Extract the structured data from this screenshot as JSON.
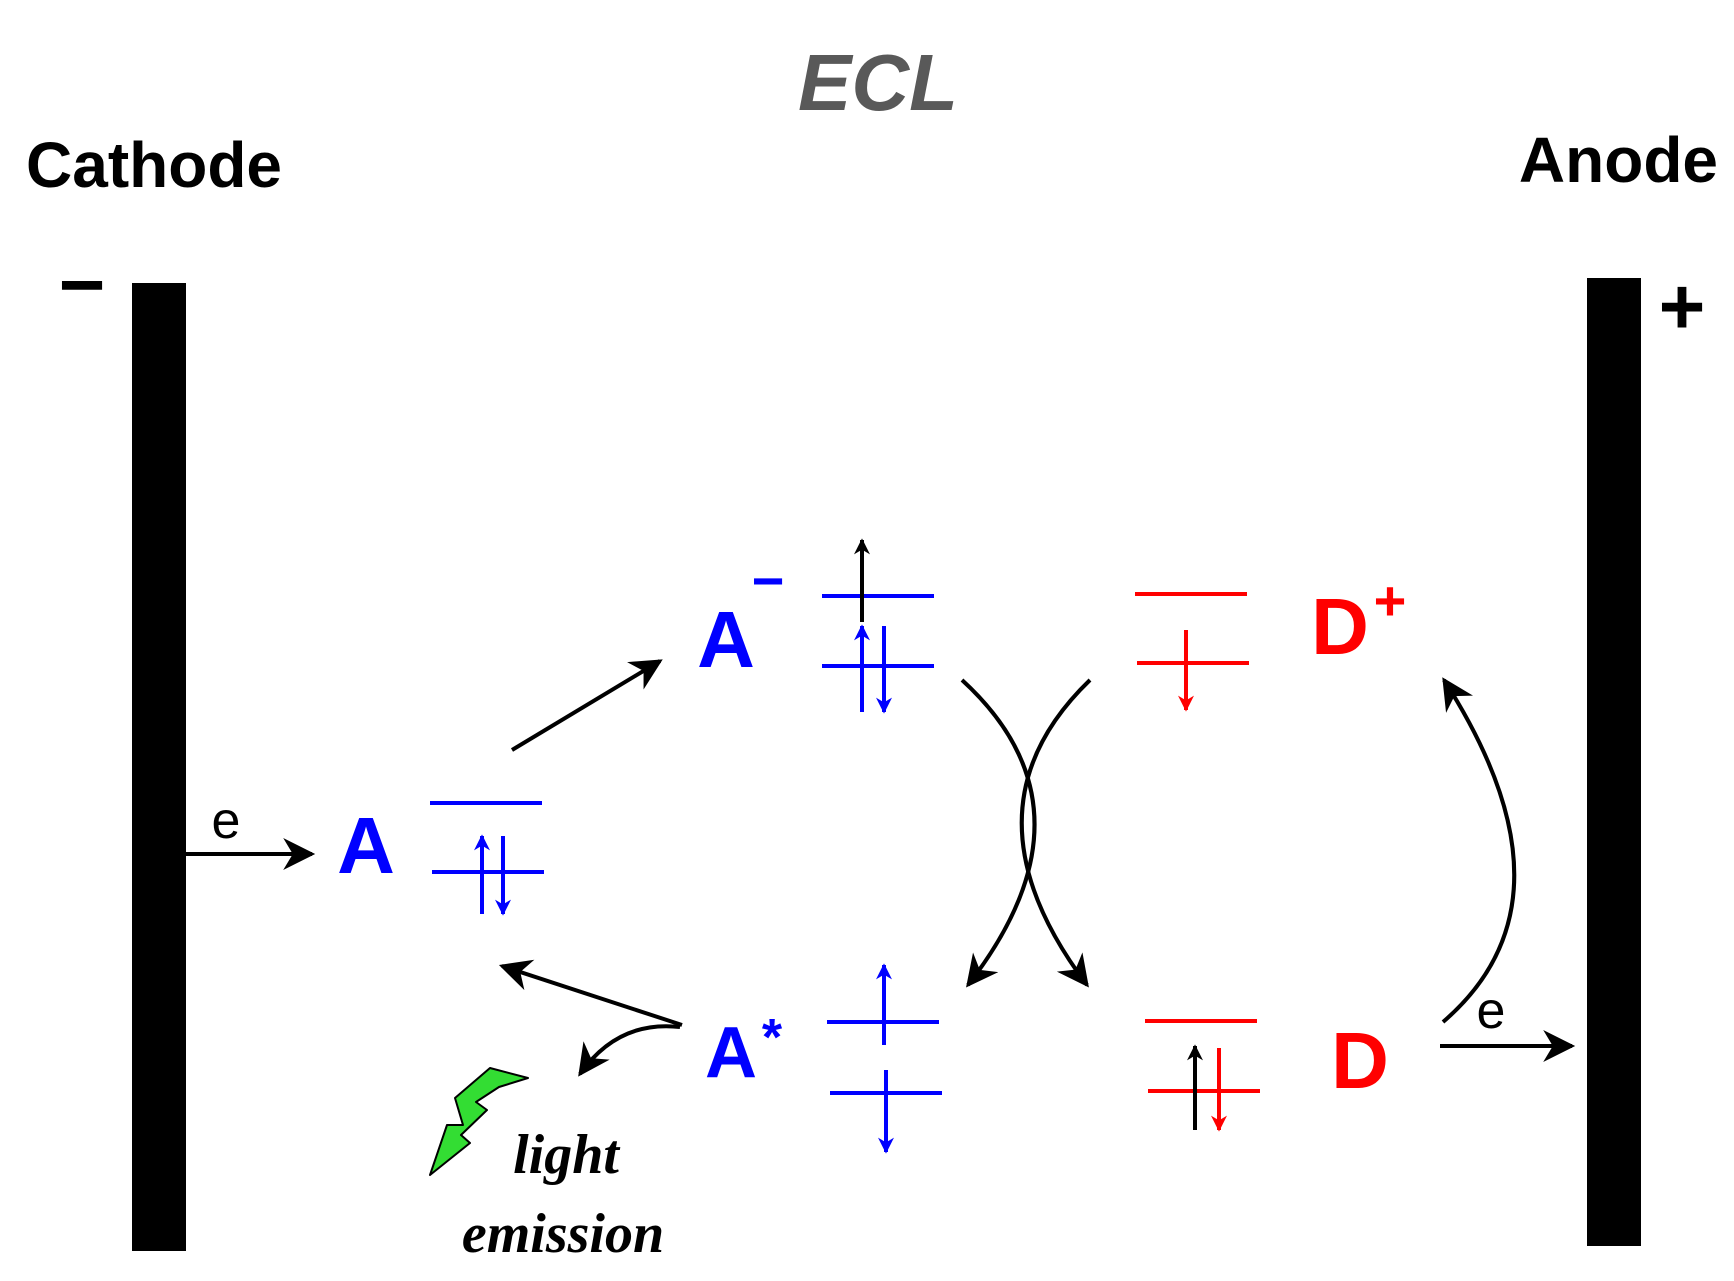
{
  "title": "ECL",
  "electrodes": {
    "cathode": {
      "label": "Cathode",
      "sign": "−"
    },
    "anode": {
      "label": "Anode",
      "sign": "+"
    }
  },
  "species": {
    "a": {
      "letter": "A"
    },
    "a_minus": {
      "letter": "A",
      "charge": "−"
    },
    "a_star": {
      "letter": "A",
      "mark": "*"
    },
    "d_plus": {
      "letter": "D",
      "charge": "+"
    },
    "d": {
      "letter": "D"
    }
  },
  "electron_labels": {
    "cathode": "e",
    "anode": "e"
  },
  "emission": {
    "line1": "light",
    "line2": "emission"
  },
  "colors": {
    "acceptor": "#0000ff",
    "donor": "#ff0000",
    "title": "#595959",
    "electrode": "#000000",
    "lightning": "#33dd33"
  },
  "icons": {
    "lightning": "lightning-bolt-icon"
  }
}
